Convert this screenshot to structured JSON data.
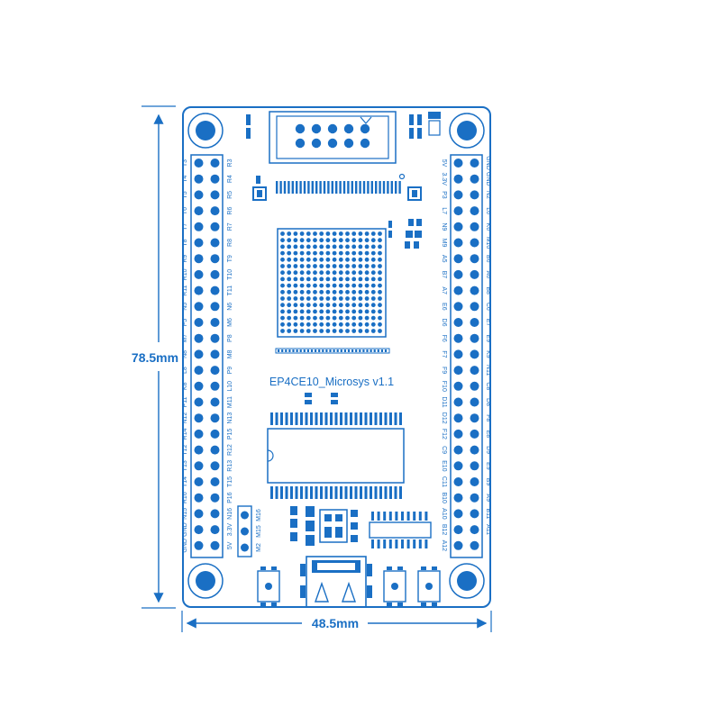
{
  "dimensions": {
    "height_label": "78.5mm",
    "width_label": "48.5mm"
  },
  "board": {
    "title": "EP4CE10_Microsys  v1.1",
    "outline_color": "#1a6fc4",
    "fill_color": "#ffffff"
  },
  "left_header": {
    "outer_labels": [
      "T3",
      "T4",
      "T5",
      "T6",
      "T7",
      "T8",
      "R9",
      "R10",
      "R11",
      "N5",
      "P5",
      "M7",
      "N8",
      "L8",
      "K8",
      "P11",
      "N12",
      "R14",
      "T12",
      "T13",
      "T14",
      "R16",
      "N15",
      "GND",
      "GND"
    ],
    "inner_labels": [
      "R3",
      "R4",
      "R5",
      "R6",
      "R7",
      "R8",
      "T9",
      "T10",
      "T11",
      "N6",
      "M6",
      "P8",
      "M8",
      "P9",
      "L10",
      "M11",
      "N13",
      "P15",
      "R12",
      "R13",
      "T15",
      "P16",
      "N16",
      "3.3V",
      "5V"
    ]
  },
  "right_header": {
    "outer_labels": [
      "GND",
      "GND",
      "N2",
      "L6",
      "K6",
      "M10",
      "B6",
      "A6",
      "B8",
      "C6",
      "E7",
      "E9",
      "K9",
      "N11",
      "C8",
      "D8",
      "F8",
      "E8",
      "D9",
      "E9",
      "B9",
      "A9",
      "B11",
      "A11"
    ],
    "inner_labels": [
      "5V",
      "3.3V",
      "P3",
      "L7",
      "N9",
      "M9",
      "A5",
      "B7",
      "A7",
      "E6",
      "D6",
      "F6",
      "F7",
      "F9",
      "F10",
      "D11",
      "D12",
      "F12",
      "C9",
      "E10",
      "C11",
      "B10",
      "A10",
      "B12",
      "A12"
    ]
  },
  "small_header": {
    "labels": [
      "M16",
      "M15",
      "M2"
    ]
  }
}
